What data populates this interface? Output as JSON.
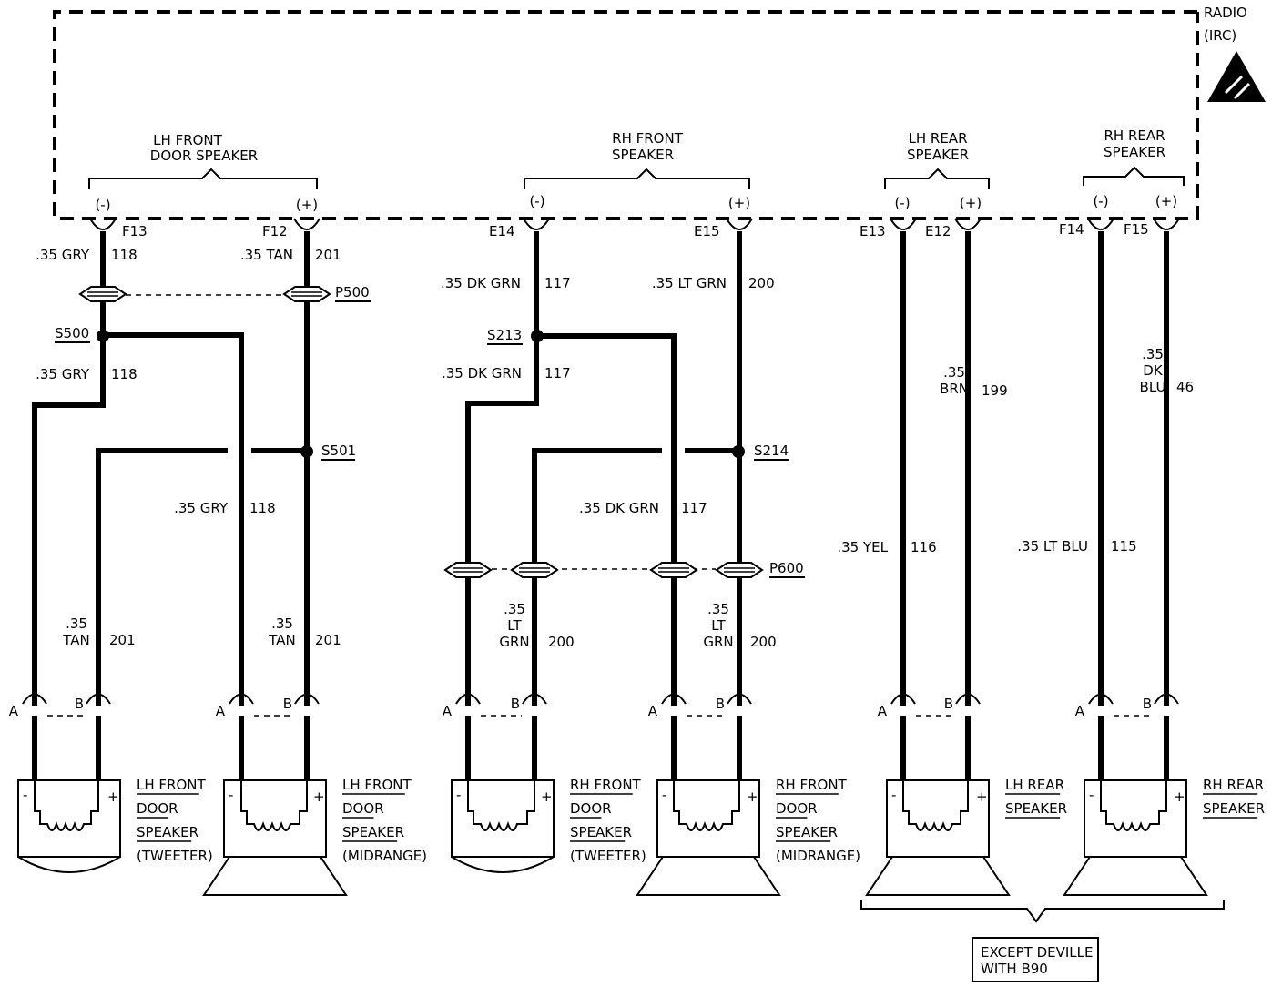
{
  "radio": {
    "label_1": "RADIO",
    "label_2": "(IRC)",
    "esd_icon": "esd-warning-icon"
  },
  "groups": [
    {
      "id": "lh-front",
      "line1": "LH FRONT",
      "line2": "DOOR SPEAKER"
    },
    {
      "id": "rh-front",
      "line1": "RH FRONT",
      "line2": "SPEAKER"
    },
    {
      "id": "lh-rear",
      "line1": "LH REAR",
      "line2": "SPEAKER"
    },
    {
      "id": "rh-rear",
      "line1": "RH REAR",
      "line2": "SPEAKER"
    }
  ],
  "polarity": {
    "neg": "(-)",
    "pos": "(+)"
  },
  "terminals": [
    "F13",
    "F12",
    "E14",
    "E15",
    "E13",
    "E12",
    "F14",
    "F15"
  ],
  "wire_labels": [
    {
      "id": "w1",
      "gauge": ".35 GRY",
      "circuit": "118"
    },
    {
      "id": "w2",
      "gauge": ".35 TAN",
      "circuit": "201"
    },
    {
      "id": "w3",
      "gauge": ".35 DK GRN",
      "circuit": "117"
    },
    {
      "id": "w4",
      "gauge": ".35 LT GRN",
      "circuit": "200"
    },
    {
      "id": "w5",
      "gauge": ".35 GRY",
      "circuit": "118"
    },
    {
      "id": "w6",
      "gauge": ".35 DK GRN",
      "circuit": "117"
    },
    {
      "id": "w7",
      "gauge": ".35 GRY",
      "circuit": "118"
    },
    {
      "id": "w8",
      "gauge": ".35 DK GRN",
      "circuit": "117"
    },
    {
      "id": "w9",
      "gauge": ".35 YEL",
      "circuit": "116"
    },
    {
      "id": "w10",
      "gauge": ".35 LT BLU",
      "circuit": "115"
    }
  ],
  "stacked_labels": [
    {
      "id": "s1",
      "lines": [
        ".35",
        "BRN"
      ],
      "circuit": "199"
    },
    {
      "id": "s2",
      "lines": [
        ".35",
        "DK",
        "BLU"
      ],
      "circuit": "46"
    },
    {
      "id": "s3",
      "lines": [
        ".35",
        "TAN"
      ],
      "circuit": "201"
    },
    {
      "id": "s4",
      "lines": [
        ".35",
        "TAN"
      ],
      "circuit": "201"
    },
    {
      "id": "s5",
      "lines": [
        ".35",
        "LT",
        "GRN"
      ],
      "circuit": "200"
    },
    {
      "id": "s6",
      "lines": [
        ".35",
        "LT",
        "GRN"
      ],
      "circuit": "200"
    }
  ],
  "splices": [
    "S500",
    "S501",
    "S213",
    "S214"
  ],
  "connectors": [
    "P500",
    "P600"
  ],
  "pins": {
    "a": "A",
    "b": "B"
  },
  "speaker_sign": {
    "neg": "-",
    "pos": "+"
  },
  "speakers": [
    {
      "id": "lh-front-tweeter",
      "lines": [
        "LH FRONT",
        "DOOR",
        "SPEAKER",
        "(TWEETER)"
      ]
    },
    {
      "id": "lh-front-midrange",
      "lines": [
        "LH FRONT",
        "DOOR",
        "SPEAKER",
        "(MIDRANGE)"
      ]
    },
    {
      "id": "rh-front-tweeter",
      "lines": [
        "RH FRONT",
        "DOOR",
        "SPEAKER",
        "(TWEETER)"
      ]
    },
    {
      "id": "rh-front-midrange",
      "lines": [
        "RH FRONT",
        "DOOR",
        "SPEAKER",
        "(MIDRANGE)"
      ]
    },
    {
      "id": "lh-rear",
      "lines": [
        "LH REAR",
        "SPEAKER"
      ]
    },
    {
      "id": "rh-rear",
      "lines": [
        "RH REAR",
        "SPEAKER"
      ]
    }
  ],
  "note": {
    "line1": "EXCEPT DEVILLE",
    "line2": "WITH B90"
  }
}
